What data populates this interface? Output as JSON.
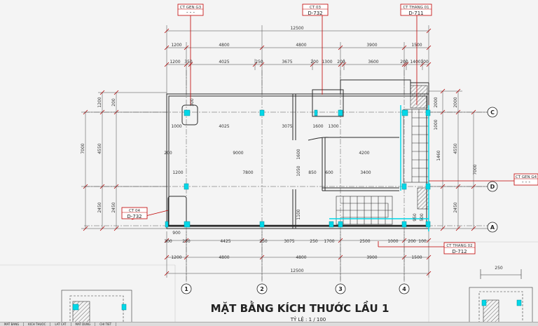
{
  "drawing": {
    "title": "MẶT BẰNG KÍCH THƯỚC LẦU 1",
    "scale": "TỶ LỆ : 1 / 100"
  },
  "grid_axes": {
    "columns": [
      "1",
      "2",
      "3",
      "4"
    ],
    "rows": [
      "C",
      "D",
      "A"
    ]
  },
  "callouts": [
    {
      "id": "ct-gen-top",
      "top": "CT GEN G3",
      "bottom": "- - -"
    },
    {
      "id": "ct-03",
      "top": "CT 03",
      "bottom": "D-732"
    },
    {
      "id": "ct-thang-top",
      "top": "CT THANG 01",
      "bottom": "D-711"
    },
    {
      "id": "ct-04",
      "top": "CT 04",
      "bottom": "D-732"
    },
    {
      "id": "ct-thang-bottom",
      "top": "CT THANG 02",
      "bottom": "D-712"
    },
    {
      "id": "ct-gen-right",
      "top": "CT GEN G4",
      "bottom": "- - -"
    }
  ],
  "dimensions": {
    "top_overall": "12500",
    "top_chain_1": [
      "1200",
      "4800",
      "4800",
      "3900",
      "1500"
    ],
    "top_chain_2": [
      "1200",
      "350",
      "4025",
      "250",
      "3675",
      "200",
      "1300",
      "200",
      "3600",
      "200",
      "1400",
      "100"
    ],
    "bottom_chain_1": [
      "300",
      "250",
      "4425",
      "250",
      "3075",
      "250",
      "1700",
      "2500",
      "1000",
      "200",
      "100"
    ],
    "bottom_chain_2": [
      "1200",
      "4800",
      "4800",
      "3900",
      "1500"
    ],
    "bottom_overall": "12500",
    "left_outer": [
      "7000",
      "2450"
    ],
    "left_inner": [
      "1200",
      "4550",
      "200",
      "2450"
    ],
    "right_inner": [
      "2000",
      "4550",
      "2450"
    ],
    "right_outer": [
      "7000"
    ],
    "interior": [
      "9000",
      "7800",
      "4200",
      "3400",
      "4025",
      "3075",
      "1000",
      "1200",
      "900",
      "200",
      "1600",
      "1300",
      "1460",
      "1600",
      "1050",
      "1100",
      "850",
      "600",
      "950",
      "500",
      "250",
      "1000",
      "300",
      "2000"
    ]
  },
  "tabs": [
    "MAT BANG",
    "KICH THUOC",
    "LAT CAT",
    "MAT DUNG",
    "CHI TIET"
  ],
  "colors": {
    "background": "#f4f4f4",
    "wall": "#2a2a2a",
    "column_highlight": "#00d8e8",
    "callout_line": "#c00000",
    "dimension": "#333333"
  }
}
